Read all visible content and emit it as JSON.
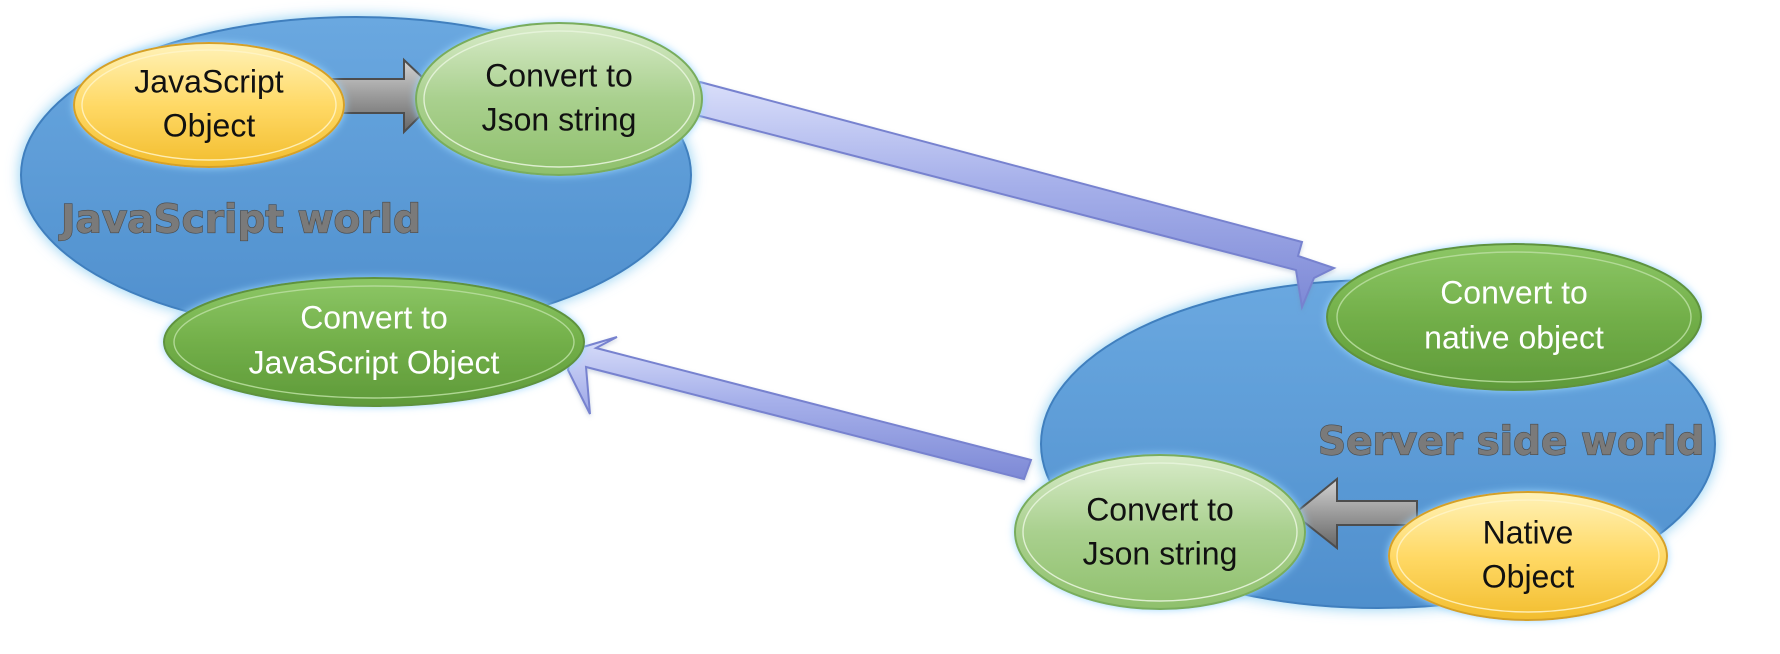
{
  "worlds": {
    "javascript": {
      "label": "JavaScript world"
    },
    "server": {
      "label": "Server side world"
    }
  },
  "nodes": {
    "js_object": {
      "line1": "JavaScript",
      "line2": "Object"
    },
    "js_to_json": {
      "line1": "Convert to",
      "line2": "Json string"
    },
    "js_from_json": {
      "line1": "Convert to",
      "line2": "JavaScript Object"
    },
    "server_to_native": {
      "line1": "Convert to",
      "line2": "native object"
    },
    "server_to_json": {
      "line1": "Convert to",
      "line2": "Json string"
    },
    "native_object": {
      "line1": "Native",
      "line2": "Object"
    }
  },
  "colors": {
    "world_fill": "#5b9bd5",
    "world_glow": "#7fc8f0",
    "yellow_node": "#ffd966",
    "light_green_node": "#a9d08e",
    "dark_green_node": "#70ad47",
    "big_arrow": "#9fa8e0",
    "small_arrow": "#7f7f7f"
  }
}
